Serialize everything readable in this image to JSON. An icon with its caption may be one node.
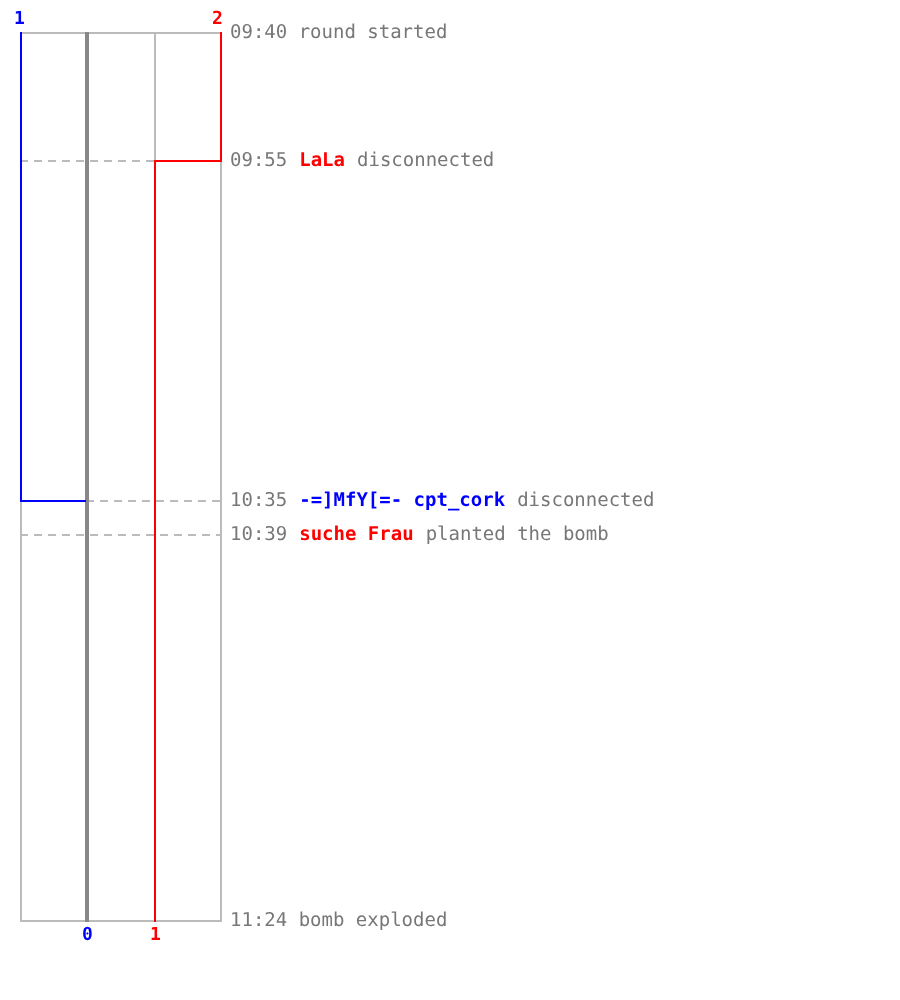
{
  "diagram": {
    "labels": [
      "1",
      "2",
      "09:40 round started",
      "09:55",
      "LaLa",
      "disconnected",
      "10:35",
      "-=]MfY[=- cpt_cork",
      "disconnected",
      "10:39",
      "suche Frau",
      "planted the bomb",
      "11:24 bomb exploded",
      "0",
      "1"
    ]
  }
}
